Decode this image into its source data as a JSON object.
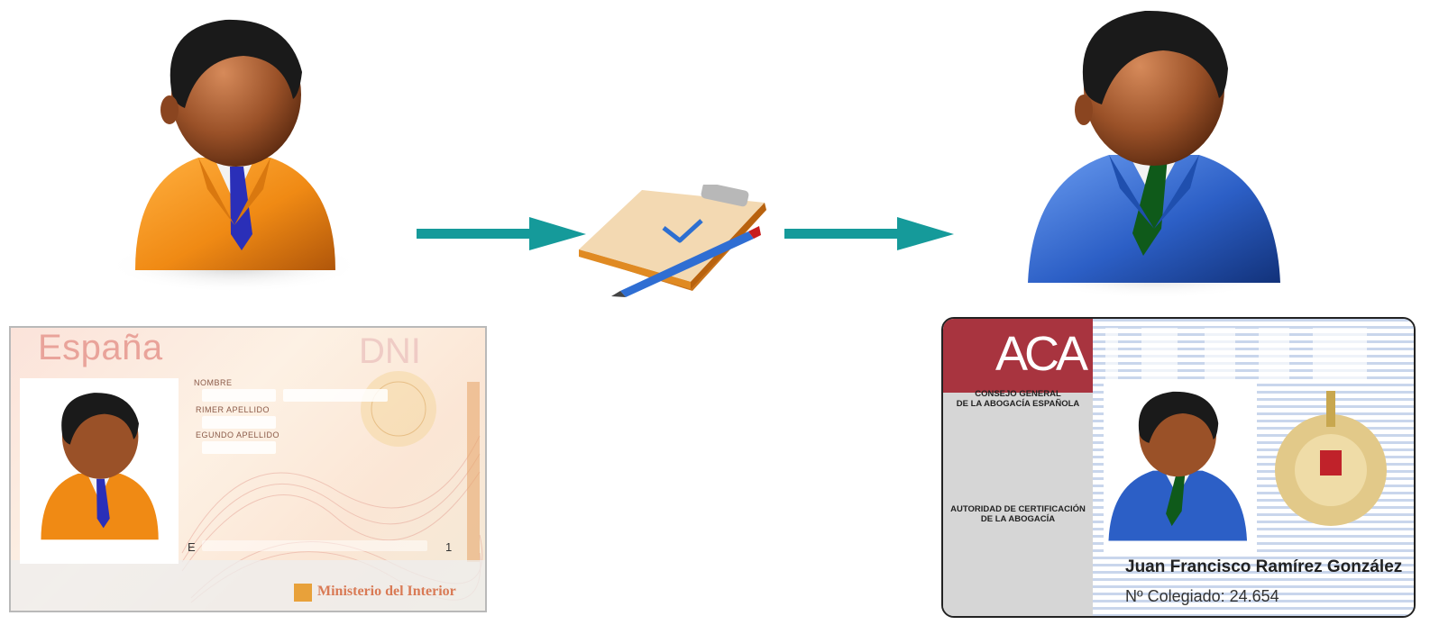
{
  "diagram": {
    "nodes": [
      {
        "id": "person-orange",
        "role": "applicant"
      },
      {
        "id": "form-clipboard",
        "role": "registration"
      },
      {
        "id": "person-blue",
        "role": "certified lawyer"
      }
    ],
    "edges": [
      {
        "from": "person-orange",
        "to": "form-clipboard"
      },
      {
        "from": "form-clipboard",
        "to": "person-blue"
      }
    ]
  },
  "dni_card": {
    "country": "España",
    "doc_code": "DNI",
    "label_nombre": "NOMBRE",
    "label_primer": "RIMER APELLIDO",
    "label_segundo": "EGUNDO APELLIDO",
    "code_left": "E",
    "code_right": "1",
    "issuer": "Ministerio del Interior"
  },
  "aca_card": {
    "logo": "ACA",
    "org_line1": "CONSEJO GENERAL",
    "org_line2": "DE LA ABOGACÍA ESPAÑOLA",
    "authority_line1": "AUTORIDAD DE CERTIFICACIÓN",
    "authority_line2": "DE LA ABOGACÍA",
    "holder_name": "Juan Francisco Ramírez González",
    "member_number": "Nº Colegiado: 24.654"
  },
  "colors": {
    "arrow": "#159a9a",
    "orange_suit": "#f08a14",
    "blue_suit": "#2c5fc6",
    "aca_red": "#a8343f"
  }
}
